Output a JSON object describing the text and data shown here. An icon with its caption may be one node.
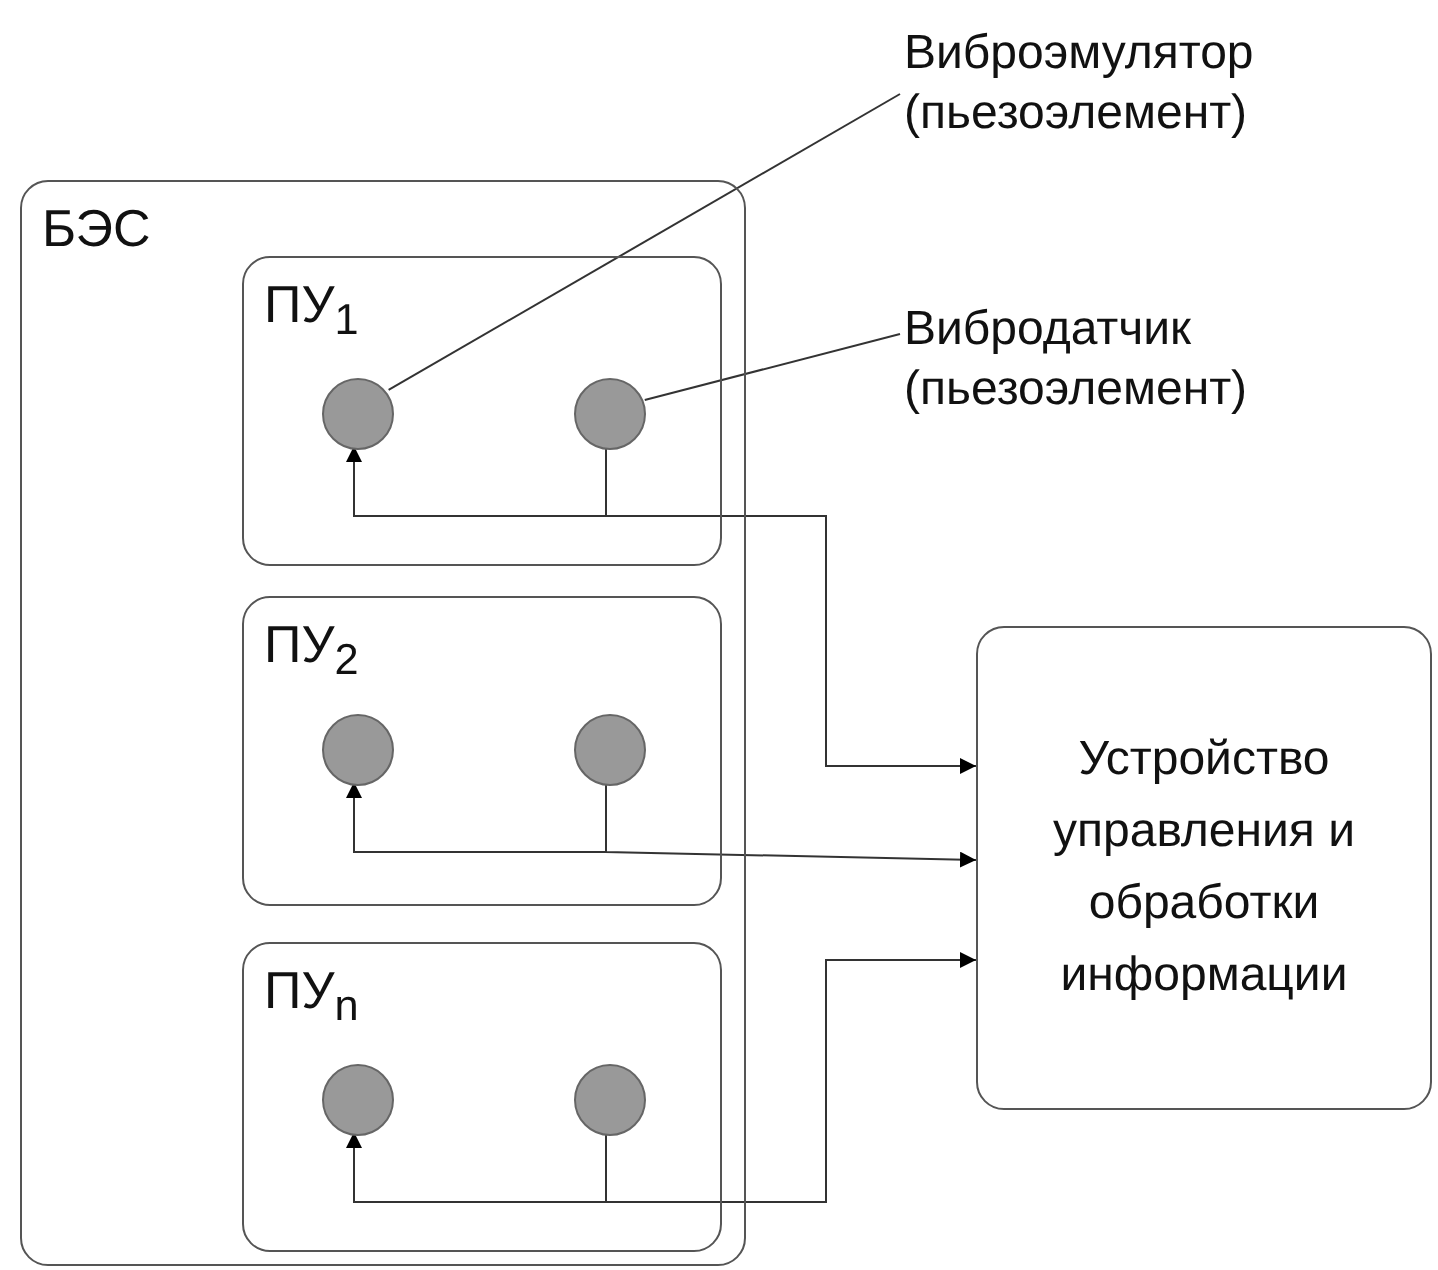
{
  "diagram": {
    "nodes": [
      {
        "text": [
          "БЭС"
        ]
      },
      {
        "text": [
          "ПУ$_{1}$"
        ],
        "in": 0
      },
      {
        "text": [],
        "shape": "circle",
        "in": 1
      },
      {
        "text": [],
        "shape": "circle",
        "in": 1
      },
      {
        "text": [
          "ПУ$_{2}$"
        ],
        "in": 0
      },
      {
        "text": [],
        "shape": "circle",
        "in": 4
      },
      {
        "text": [],
        "shape": "circle",
        "in": 4
      },
      {
        "text": [
          "ПУ$_{n}$"
        ],
        "in": 0
      },
      {
        "text": [],
        "shape": "circle",
        "in": 7
      },
      {
        "text": [],
        "shape": "circle",
        "in": 7
      },
      {
        "text": [
          "Устройство управления и обработки информации"
        ]
      },
      {
        "text": [
          "Виброэмулятор (пьезоэлемент)"
        ]
      },
      {
        "text": [
          "Вибродатчик (пьезоэлемент)"
        ]
      }
    ],
    "edges": [
      {
        "from": 11,
        "to": 2,
        "arrow": "none"
      },
      {
        "from": 12,
        "to": 3,
        "arrow": "none"
      },
      {
        "from": 3,
        "to": 2,
        "arrow": "to"
      },
      {
        "from": 3,
        "to": 10,
        "arrow": "to"
      },
      {
        "from": 6,
        "to": 5,
        "arrow": "to"
      },
      {
        "from": 6,
        "to": 10,
        "arrow": "to"
      },
      {
        "from": 9,
        "to": 8,
        "arrow": "to"
      },
      {
        "from": 9,
        "to": 10,
        "arrow": "to"
      }
    ]
  }
}
